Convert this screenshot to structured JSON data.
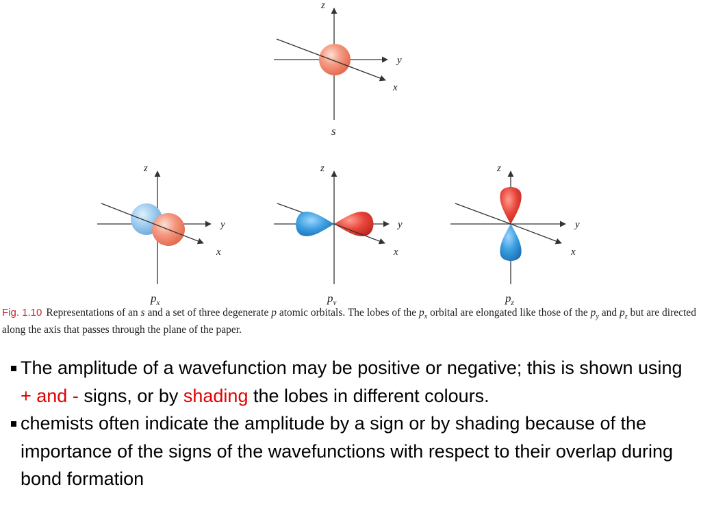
{
  "figure": {
    "s_orbital": {
      "label": "s",
      "axes": {
        "z": "z",
        "y": "y",
        "x": "x"
      }
    },
    "px_orbital": {
      "label_main": "p",
      "label_sub": "x",
      "axes": {
        "z": "z",
        "y": "y",
        "x": "x"
      }
    },
    "py_orbital": {
      "label_main": "p",
      "label_sub": "y",
      "axes": {
        "z": "z",
        "y": "y",
        "x": "x"
      }
    },
    "pz_orbital": {
      "label_main": "p",
      "label_sub": "z",
      "axes": {
        "z": "z",
        "y": "y",
        "x": "x"
      }
    },
    "colors": {
      "positive_lobe": "#e8453a",
      "negative_lobe": "#2f8fd0"
    }
  },
  "caption": {
    "tag": "Fig. 1.10",
    "part1": "Representations of an ",
    "s": "s",
    "part2": " and a set of three degenerate ",
    "p": "p",
    "part3": " atomic orbitals. The lobes of the ",
    "px_p": "p",
    "px_sub": "x",
    "part4": " orbital are elongated like those of the ",
    "py_p": "p",
    "py_sub": "y",
    "part5": " and ",
    "pz_p": "p",
    "pz_sub": "z",
    "part6": " but are directed along the axis that passes through the plane of the paper."
  },
  "bullets": {
    "b1_part1": "The amplitude of a wavefunction may be positive or negative; this is shown using ",
    "b1_red1": "+ and -",
    "b1_part2": " signs, or by ",
    "b1_red2": "shading",
    "b1_part3": " the lobes in different colours.",
    "b2_text": "chemists often indicate the amplitude by a sign or by shading because of the importance of the signs of the wavefunctions with respect to their overlap during bond formation"
  }
}
